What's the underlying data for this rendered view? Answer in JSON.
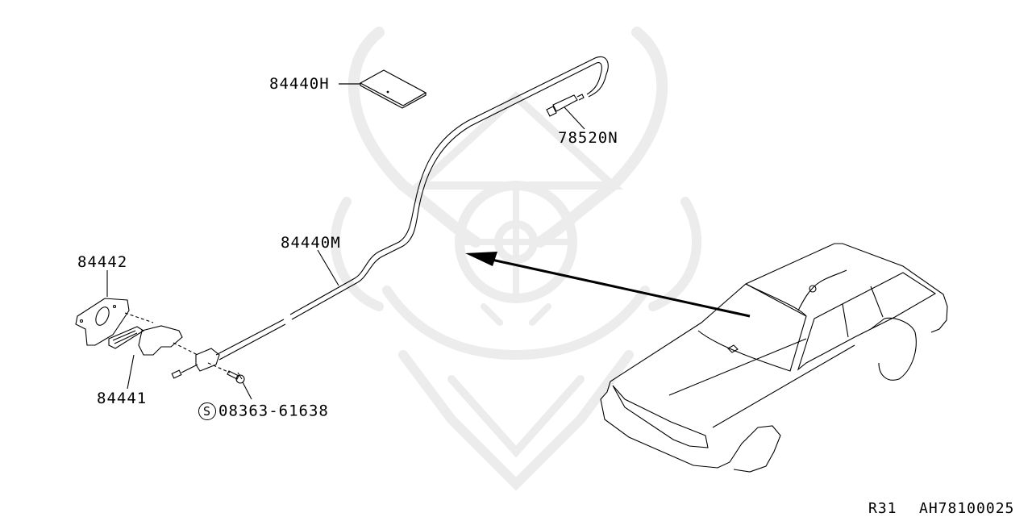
{
  "diagram": {
    "type": "exploded parts diagram",
    "watermark": "samurai-helmet-logo (faint gray)",
    "parts": [
      {
        "id": "84440H",
        "label": "84440H",
        "description": "pad / plate"
      },
      {
        "id": "78520N",
        "label": "78520N",
        "description": "cable end fitting"
      },
      {
        "id": "84440M",
        "label": "84440M",
        "description": "release cable"
      },
      {
        "id": "84442",
        "label": "84442",
        "description": "lever bracket"
      },
      {
        "id": "84441",
        "label": "84441",
        "description": "release lever"
      },
      {
        "id": "08363-61638",
        "label": "08363-61638",
        "prefix_symbol": "S",
        "description": "screw"
      }
    ],
    "locator_view": "station wagon vehicle outline with arrow pointing to component location",
    "footer": {
      "model": "R31",
      "ref_code": "AH78100025"
    },
    "colors": {
      "line": "#000000",
      "background": "#ffffff",
      "watermark": "#ececec"
    }
  }
}
